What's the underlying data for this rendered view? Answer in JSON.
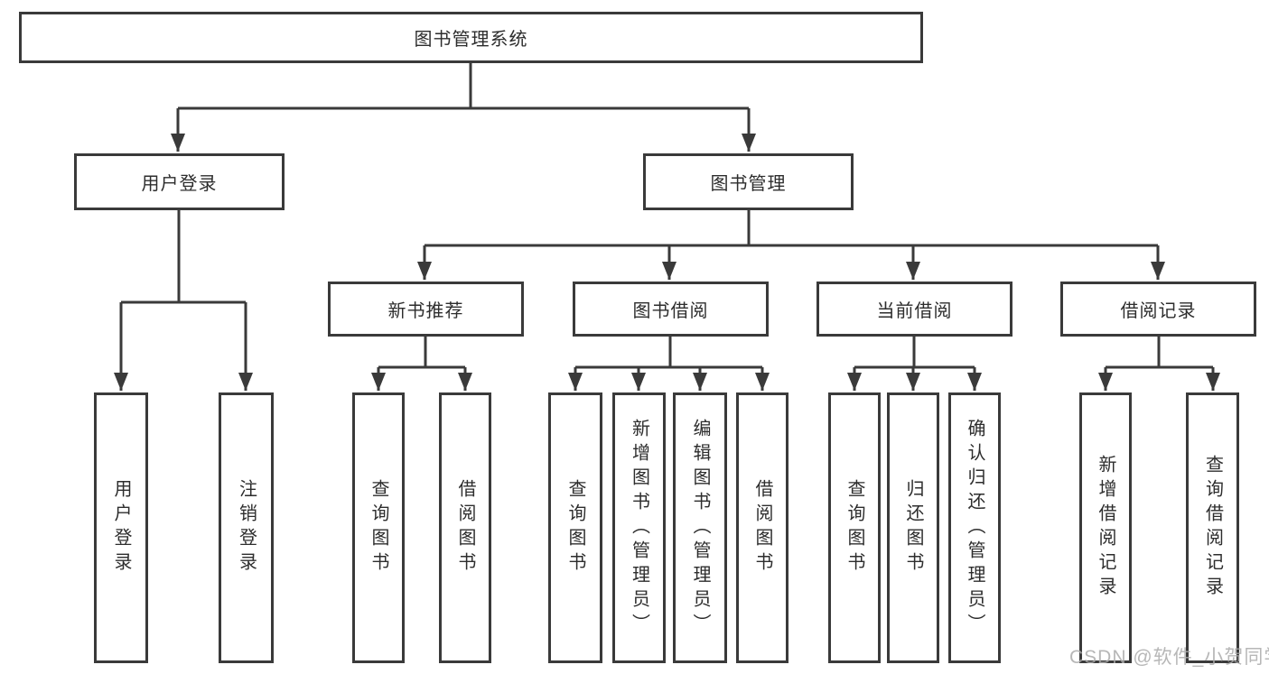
{
  "tree": {
    "root": "图书管理系统",
    "children": [
      {
        "label": "用户登录",
        "children": [
          "用户登录",
          "注销登录"
        ]
      },
      {
        "label": "图书管理",
        "children": [
          {
            "label": "新书推荐",
            "children": [
              "查询图书",
              "借阅图书"
            ]
          },
          {
            "label": "图书借阅",
            "children": [
              "查询图书",
              "新增图书（管理员）",
              "编辑图书（管理员）",
              "借阅图书"
            ]
          },
          {
            "label": "当前借阅",
            "children": [
              "查询图书",
              "归还图书",
              "确认归还（管理员）"
            ]
          },
          {
            "label": "借阅记录",
            "children": [
              "新增借阅记录",
              "查询借阅记录"
            ]
          }
        ]
      }
    ]
  },
  "watermark": "CSDN @软件_小贺同学",
  "colors": {
    "line": "#3a3a3a",
    "box_border": "#3a3a3a",
    "text": "#2d2d2d",
    "watermark": "#ababab",
    "background": "#ffffff"
  }
}
